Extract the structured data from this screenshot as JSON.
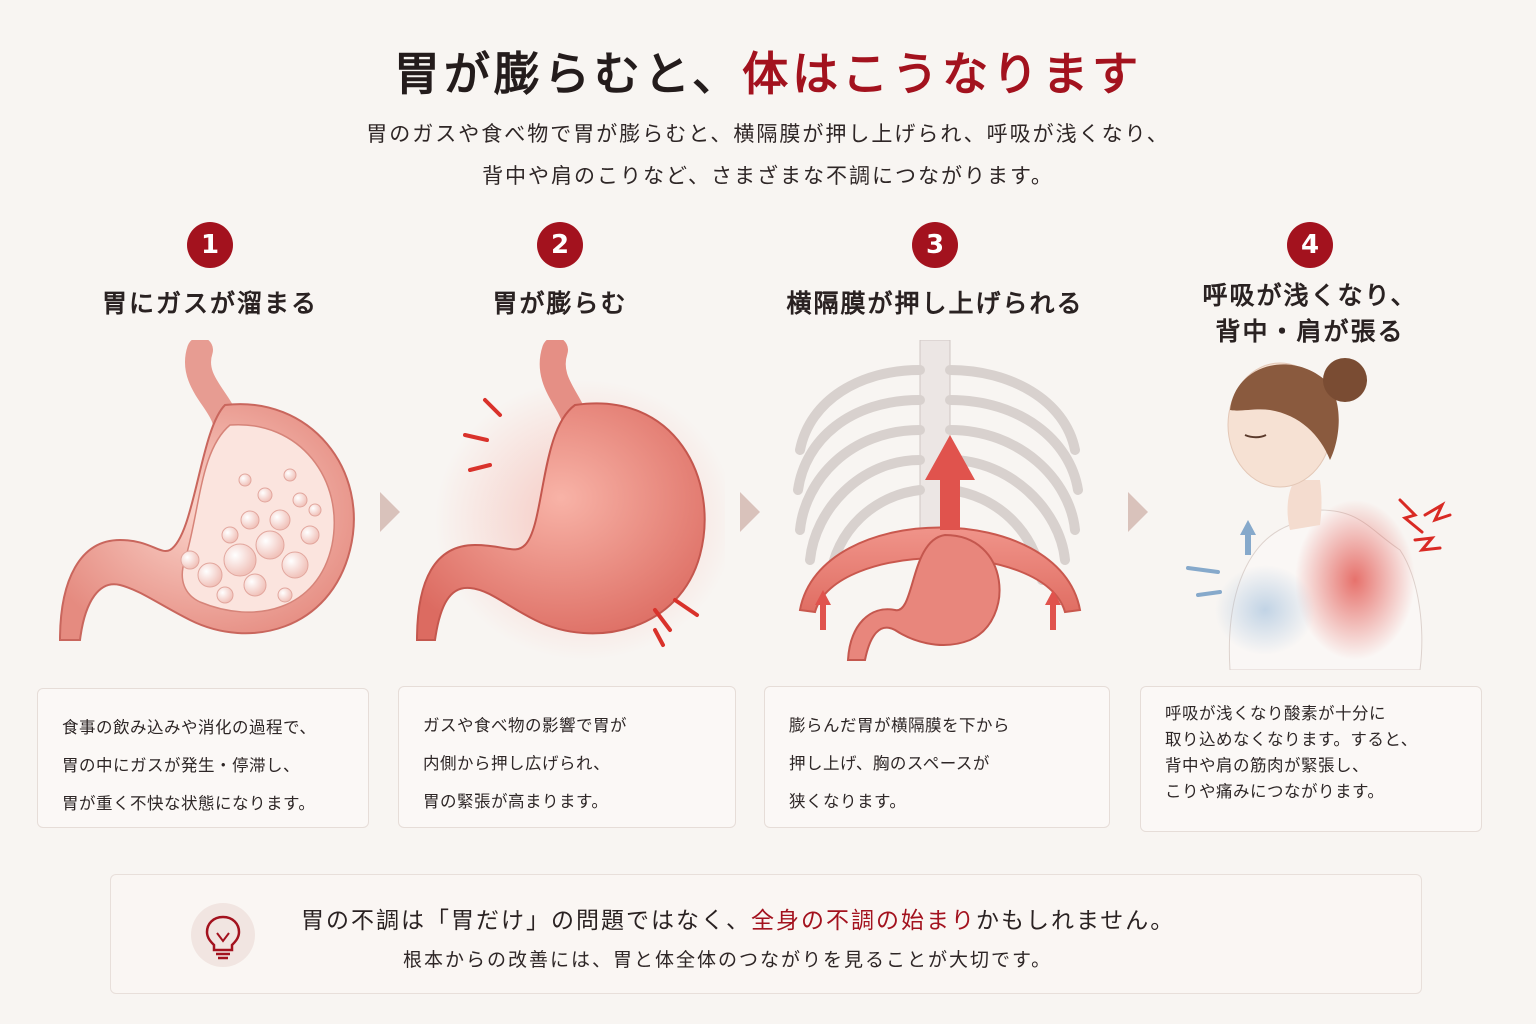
{
  "header": {
    "title_main": "胃が膨らむと、",
    "title_accent": "体はこうなります",
    "lead_line1": "胃のガスや食べ物で胃が膨らむと、横隔膜が押し上げられ、呼吸が浅くなり、",
    "lead_line2": "背中や肩のこりなど、さまざまな不調につながります。"
  },
  "steps": [
    {
      "number": "1",
      "title": "胃にガスが溜まる",
      "text_lines": [
        "食事の飲み込みや消化の過程で、",
        "胃の中にガスが発生・停滞し、",
        "胃が重く不快な状態になります。"
      ]
    },
    {
      "number": "2",
      "title": "胃が膨らむ",
      "text_lines": [
        "ガスや食べ物の影響で胃が",
        "内側から押し広げられ、",
        "胃の緊張が高まります。"
      ]
    },
    {
      "number": "3",
      "title": "横隔膜が押し上げられる",
      "text_lines": [
        "膨らんだ胃が横隔膜を下から",
        "押し上げ、胸のスペースが",
        "狭くなります。"
      ]
    },
    {
      "number": "4",
      "title_line1": "呼吸が浅くなり、",
      "title_line2": "背中・肩が張る",
      "text_lines": [
        "呼吸が浅くなり酸素が十分に",
        "取り込めなくなります。すると、",
        "背中や肩の筋肉が緊張し、",
        "こりや痛みにつながります。"
      ]
    }
  ],
  "conclusion": {
    "line1_a": "胃の不調は「胃だけ」の問題ではなく、",
    "line1_accent": "全身の不調の始まり",
    "line1_b": "かもしれません。",
    "line2": "根本からの改善には、胃と体全体のつながりを見ることが大切です。",
    "icon": "lightbulb-icon"
  },
  "colors": {
    "accent": "#a3121e",
    "background": "#f8f5f2",
    "stomach": "#e8837a",
    "arrow": "#e0534d"
  }
}
